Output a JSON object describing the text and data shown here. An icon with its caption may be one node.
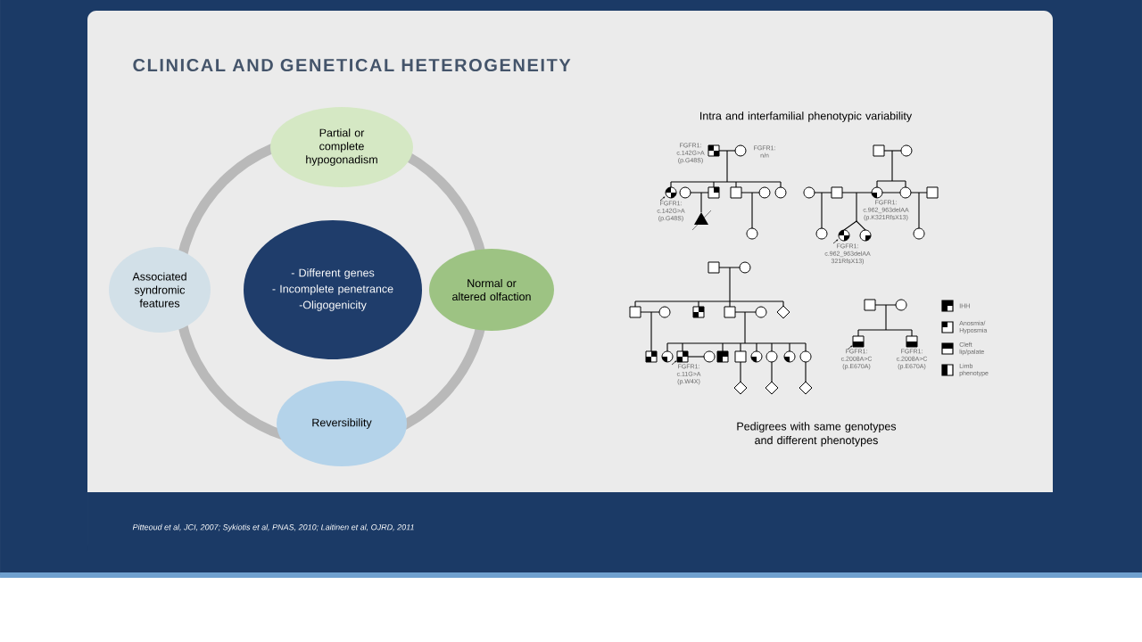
{
  "diagram": {
    "title": "CLINICAL AND GENETICAL HETEROGENEITY",
    "nodes": [
      {
        "text": [
          "Partial or complete hypogonadism"
        ]
      },
      {
        "text": [
          "Associated syndromic features"
        ]
      },
      {
        "text": [
          "- Different genes",
          "- Incomplete penetrance",
          "-Oligogenicity"
        ]
      },
      {
        "text": [
          "Normal or altered olfaction"
        ]
      },
      {
        "text": [
          "Reversibility"
        ]
      }
    ],
    "edges": [],
    "labels": [
      "Intra and interfamilial phenotypic variability",
      "FGFR1: c.142G>A (p.G48S)",
      "FGFR1: n/n",
      "FGFR1: c.142G>A (p.G48S)",
      "FGFR1: c.962_963delAA (p.K321RfsX13)",
      "FGFR1: c.962_963delAA 321RfsX13)",
      "FGFR1: c.11G>A (p.W4X)",
      "FGFR1: c.2008A>C (p.E670A)",
      "FGFR1: c.2008A>C (p.E670A)",
      "Pedigrees with same genotypes and different phenotypes",
      "Pitteoud et al, JCI, 2007; Sykiotis et al, PNAS, 2010; Laitinen et al, OJRD, 2011"
    ],
    "legend": [
      {
        "text": "IHH"
      },
      {
        "text": "Anosmia/ Hyposmia"
      },
      {
        "text": "Cleft lip/palate"
      },
      {
        "text": "Limb phenotype"
      }
    ]
  }
}
